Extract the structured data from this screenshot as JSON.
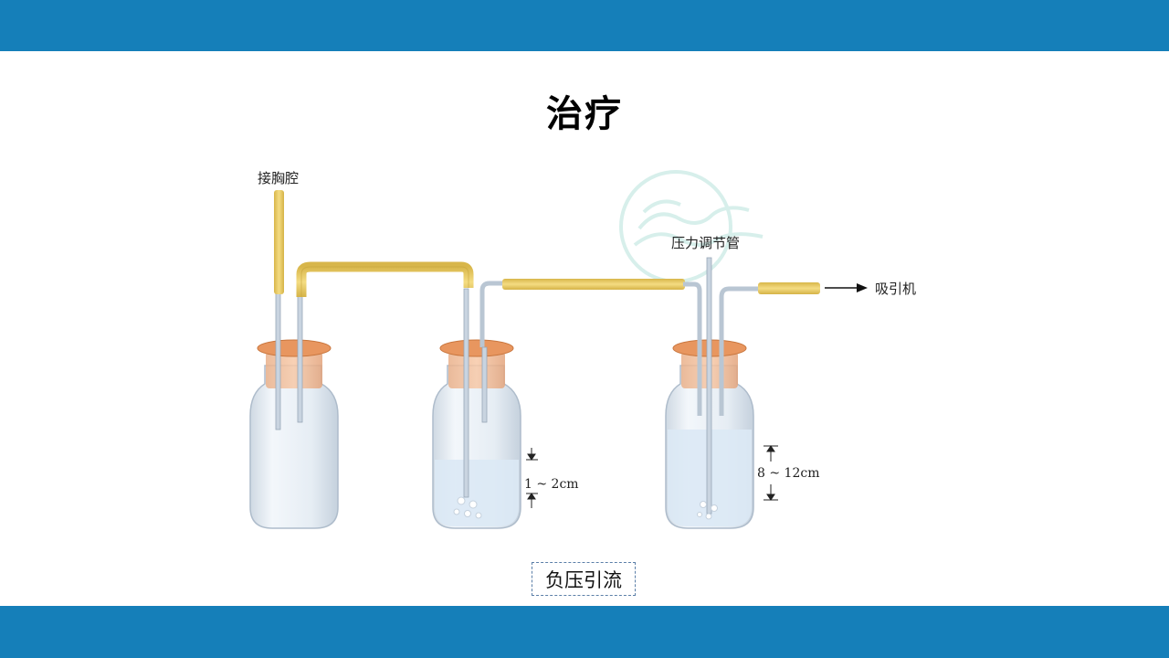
{
  "slide": {
    "title": "治疗",
    "caption": "负压引流",
    "colors": {
      "band": "#157fb9",
      "tube": "#e9cc62",
      "stopper": "#e59a6a",
      "water": "#dbe9f5"
    }
  },
  "diagram": {
    "labels": {
      "chest": "接胸腔",
      "pressure_tube": "压力调节管",
      "suction": "吸引机",
      "depth_small": "1 ~ 2cm",
      "depth_large": "8 ~ 12cm"
    },
    "icons": [
      "watermark-logo-icon",
      "arrow-right-icon"
    ]
  }
}
